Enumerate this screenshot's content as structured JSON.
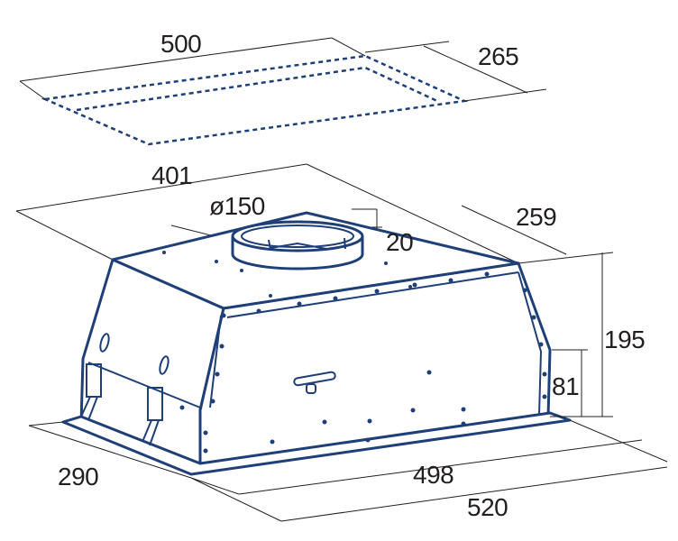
{
  "diagram": {
    "line_color": "#1f3f78",
    "text_color": "#231f20",
    "dimensions": {
      "cutout_width": "500",
      "cutout_depth": "265",
      "top_width": "401",
      "duct_diameter": "ø150",
      "collar_height": "20",
      "top_depth": "259",
      "total_height": "195",
      "lower_height": "81",
      "base_depth": "290",
      "base_inner_width": "498",
      "base_outer_width": "520"
    }
  }
}
